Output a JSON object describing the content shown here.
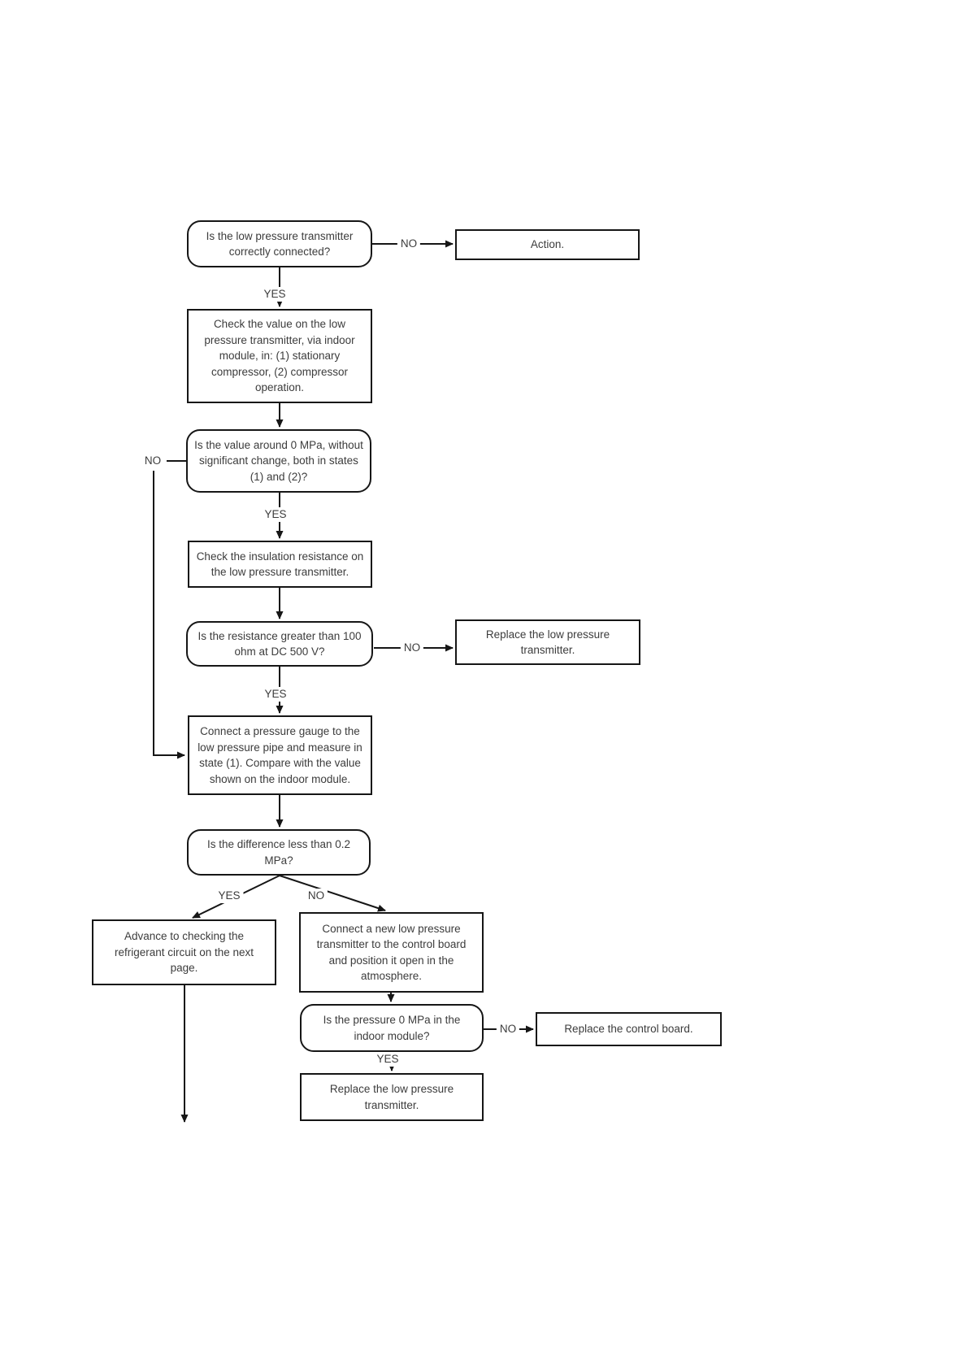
{
  "flowchart": {
    "colors": {
      "line": "#161616",
      "text": "#3c3c3c",
      "background": "#ffffff"
    },
    "nodes": {
      "q1": {
        "text": "Is the low pressure transmitter\ncorrectly connected?"
      },
      "action": {
        "text": "Action."
      },
      "check_value": {
        "text": "Check the value on the low\npressure transmitter, via indoor\nmodule, in: (1) stationary\ncompressor, (2) compressor\noperation."
      },
      "q2": {
        "text": "Is the value around 0 MPa, without\nsignificant change, both in states\n(1) and (2)?"
      },
      "check_insulation": {
        "text": "Check the insulation resistance on\nthe low pressure transmitter."
      },
      "q3": {
        "text": "Is the resistance greater than 100\nohm at DC 500 V?"
      },
      "replace_transmitter_1": {
        "text": "Replace the low pressure\ntransmitter."
      },
      "connect_gauge": {
        "text": "Connect a pressure gauge to the\nlow pressure pipe and measure in\nstate (1). Compare with the value\nshown on the indoor module."
      },
      "q4": {
        "text": "Is the difference less than 0.2\nMPa?"
      },
      "advance": {
        "text": "Advance to checking the\nrefrigerant circuit on the next\npage."
      },
      "connect_new": {
        "text": "Connect a new low pressure\ntransmitter to the control board\nand position it open in the\natmosphere."
      },
      "q5": {
        "text": "Is the pressure 0 MPa in the\nindoor module?"
      },
      "replace_control_board": {
        "text": "Replace the control board."
      },
      "replace_transmitter_2": {
        "text": "Replace the low pressure\ntransmitter."
      }
    },
    "edge_labels": {
      "q1_no": "NO",
      "q1_yes": "YES",
      "q2_no": "NO",
      "q2_yes": "YES",
      "q3_no": "NO",
      "q3_yes": "YES",
      "q4_yes": "YES",
      "q4_no": "NO",
      "q5_no": "NO",
      "q5_yes": "YES"
    }
  }
}
